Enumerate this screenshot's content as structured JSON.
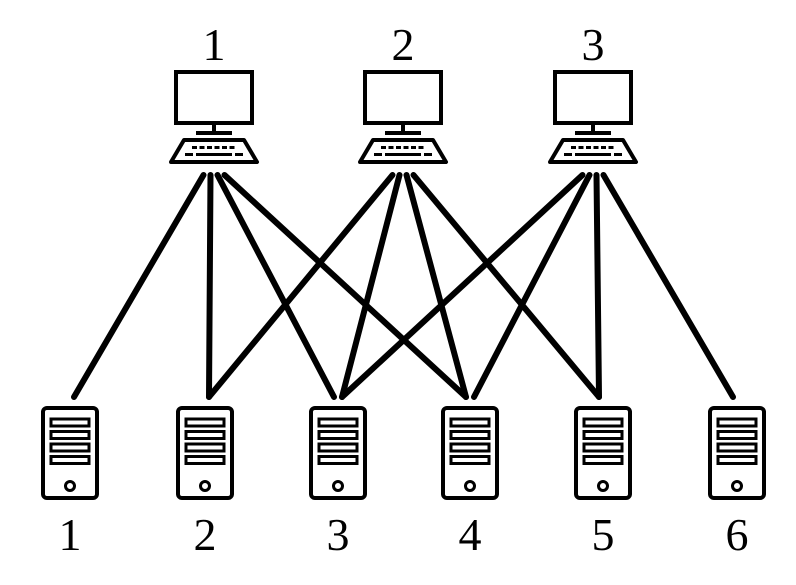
{
  "diagram": {
    "type": "bipartite-network",
    "computers": [
      {
        "id": 1,
        "label": "1",
        "icon": "computer-icon"
      },
      {
        "id": 2,
        "label": "2",
        "icon": "computer-icon"
      },
      {
        "id": 3,
        "label": "3",
        "icon": "computer-icon"
      }
    ],
    "servers": [
      {
        "id": 1,
        "label": "1",
        "icon": "server-icon"
      },
      {
        "id": 2,
        "label": "2",
        "icon": "server-icon"
      },
      {
        "id": 3,
        "label": "3",
        "icon": "server-icon"
      },
      {
        "id": 4,
        "label": "4",
        "icon": "server-icon"
      },
      {
        "id": 5,
        "label": "5",
        "icon": "server-icon"
      },
      {
        "id": 6,
        "label": "6",
        "icon": "server-icon"
      }
    ],
    "connections": [
      {
        "computer": 1,
        "servers": [
          1,
          2,
          3,
          4
        ]
      },
      {
        "computer": 2,
        "servers": [
          2,
          3,
          4,
          5
        ]
      },
      {
        "computer": 3,
        "servers": [
          3,
          4,
          5,
          6
        ]
      }
    ],
    "colors": {
      "stroke": "#000000",
      "background": "#ffffff"
    }
  }
}
